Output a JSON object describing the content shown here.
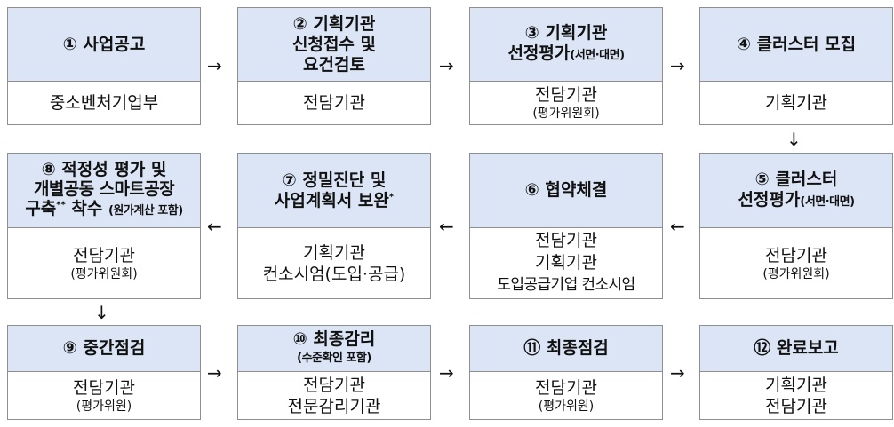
{
  "steps": [
    {
      "num": "①",
      "title_lines": [
        "사업공고"
      ],
      "body_lines": [
        "중소벤처기업부"
      ]
    },
    {
      "num": "②",
      "title_lines": [
        "기획기관",
        "신청접수 및",
        "요건검토"
      ],
      "body_lines": [
        "전담기관"
      ]
    },
    {
      "num": "③",
      "title_lines": [
        "기획기관",
        "선정평가"
      ],
      "title_note": "(서면·대면)",
      "body_lines": [
        "전담기관"
      ],
      "body_sub": "(평가위원회)"
    },
    {
      "num": "④",
      "title_lines": [
        "클러스터 모집"
      ],
      "body_lines": [
        "기획기관"
      ]
    },
    {
      "num": "⑤",
      "title_lines": [
        "클러스터",
        "선정평가"
      ],
      "title_note": "(서면·대면)",
      "body_lines": [
        "전담기관"
      ],
      "body_sub": "(평가위원회)"
    },
    {
      "num": "⑥",
      "title_lines": [
        "협약체결"
      ],
      "body_lines": [
        "전담기관",
        "기획기관",
        "도입공급기업 컨소시엄"
      ]
    },
    {
      "num": "⑦",
      "title_lines": [
        "정밀진단 및",
        "사업계획서 보완"
      ],
      "title_sup": "*",
      "body_lines": [
        "기획기관",
        "컨소시엄(도입·공급)"
      ]
    },
    {
      "num": "⑧",
      "title_lines": [
        "적정성 평가 및",
        "개별공동 스마트공장",
        "구축"
      ],
      "title_sup": "**",
      "title_tail": "착수",
      "title_note": "(원가계산 포함)",
      "body_lines": [
        "전담기관"
      ],
      "body_sub": "(평가위원회)"
    },
    {
      "num": "⑨",
      "title_lines": [
        "중간점검"
      ],
      "body_lines": [
        "전담기관"
      ],
      "body_sub": "(평가위원)"
    },
    {
      "num": "⑩",
      "title_lines": [
        "최종감리"
      ],
      "title_note": "(수준확인 포함)",
      "body_lines": [
        "전담기관",
        "전문감리기관"
      ]
    },
    {
      "num": "⑪",
      "title_lines": [
        "최종점검"
      ],
      "body_lines": [
        "전담기관"
      ],
      "body_sub": "(평가위원)"
    },
    {
      "num": "⑫",
      "title_lines": [
        "완료보고"
      ],
      "body_lines": [
        "기획기관",
        "전담기관"
      ]
    }
  ],
  "arrows": {
    "right": "→",
    "left": "←",
    "down": "↓"
  }
}
